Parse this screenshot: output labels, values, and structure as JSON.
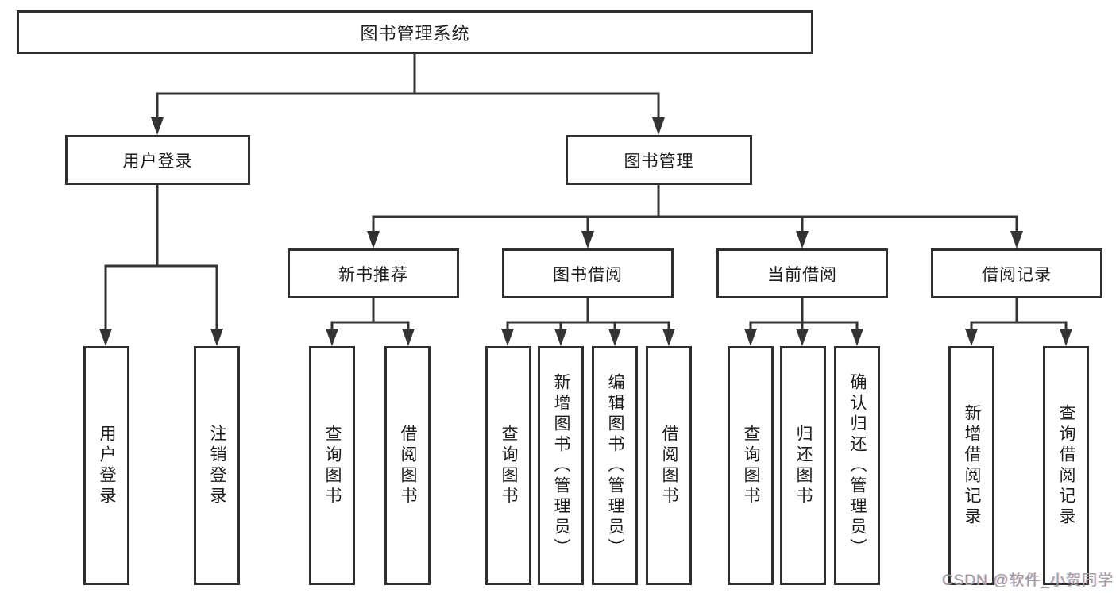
{
  "diagram_title": "图书管理系统",
  "colors": {
    "line": "#333333",
    "box_border": "#2f2f2f",
    "text": "#1c1c1c",
    "background": "#ffffff",
    "watermark": "#9e9ea2"
  },
  "nodes": {
    "root": {
      "label": "图书管理系统"
    },
    "level2": [
      {
        "label": "用户登录"
      },
      {
        "label": "图书管理"
      }
    ],
    "level3": [
      {
        "label": "新书推荐",
        "parent": "图书管理"
      },
      {
        "label": "图书借阅",
        "parent": "图书管理"
      },
      {
        "label": "当前借阅",
        "parent": "图书管理"
      },
      {
        "label": "借阅记录",
        "parent": "图书管理"
      }
    ],
    "leaves": [
      {
        "label": "用户登录",
        "parent": "用户登录"
      },
      {
        "label": "注销登录",
        "parent": "用户登录"
      },
      {
        "label": "查询图书",
        "parent": "新书推荐"
      },
      {
        "label": "借阅图书",
        "parent": "新书推荐"
      },
      {
        "label": "查询图书",
        "parent": "图书借阅"
      },
      {
        "label": "新增图书（管理员）",
        "parent": "图书借阅"
      },
      {
        "label": "编辑图书（管理员）",
        "parent": "图书借阅"
      },
      {
        "label": "借阅图书",
        "parent": "图书借阅"
      },
      {
        "label": "查询图书",
        "parent": "当前借阅"
      },
      {
        "label": "归还图书",
        "parent": "当前借阅"
      },
      {
        "label": "确认归还（管理员）",
        "parent": "当前借阅"
      },
      {
        "label": "新增借阅记录",
        "parent": "借阅记录"
      },
      {
        "label": "查询借阅记录",
        "parent": "借阅记录"
      }
    ]
  },
  "watermark": {
    "text": "CSDN @软件_小贺同学"
  }
}
